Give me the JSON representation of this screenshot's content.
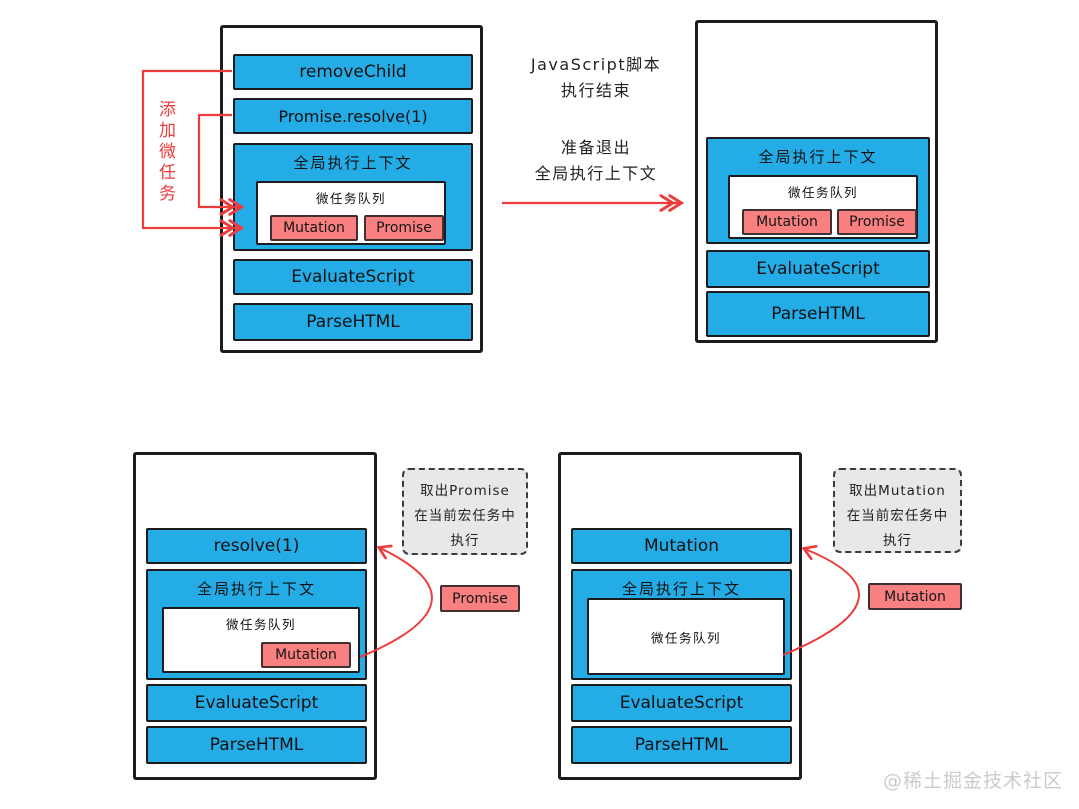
{
  "colors": {
    "stack_blue": "#23ACE6",
    "task_pink": "#F88080",
    "arrow_red": "#EE3B3B",
    "note_gray": "#E8E8E8",
    "watermark_gray": "#CBCBCB"
  },
  "panels": {
    "top_left": {
      "bars_top": [
        "removeChild",
        "Promise.resolve(1)"
      ],
      "context_label": "全局执行上下文",
      "queue_label": "微任务队列",
      "queue_items": [
        "Mutation",
        "Promise"
      ],
      "bars_bottom": [
        "EvaluateScript",
        "ParseHTML"
      ],
      "annotation": "添加微任务"
    },
    "top_right": {
      "context_label": "全局执行上下文",
      "queue_label": "微任务队列",
      "queue_items": [
        "Mutation",
        "Promise"
      ],
      "bars_bottom": [
        "EvaluateScript",
        "ParseHTML"
      ]
    },
    "bottom_left": {
      "bars_top": [
        "resolve(1)"
      ],
      "context_label": "全局执行上下文",
      "queue_label": "微任务队列",
      "queue_items": [
        "Mutation"
      ],
      "bars_bottom": [
        "EvaluateScript",
        "ParseHTML"
      ],
      "note_lines": [
        "取出Promise",
        "在当前宏任务中",
        "执行"
      ],
      "task_chip": "Promise"
    },
    "bottom_right": {
      "bars_top": [
        "Mutation"
      ],
      "context_label": "全局执行上下文",
      "queue_label": "微任务队列",
      "queue_items": [],
      "bars_bottom": [
        "EvaluateScript",
        "ParseHTML"
      ],
      "note_lines": [
        "取出Mutation",
        "在当前宏任务中",
        "执行"
      ],
      "task_chip": "Mutation"
    }
  },
  "middle_caption": {
    "line1": "JavaScript脚本",
    "line2": "执行结束",
    "line3": "准备退出",
    "line4": "全局执行上下文"
  },
  "watermark": "@稀土掘金技术社区"
}
